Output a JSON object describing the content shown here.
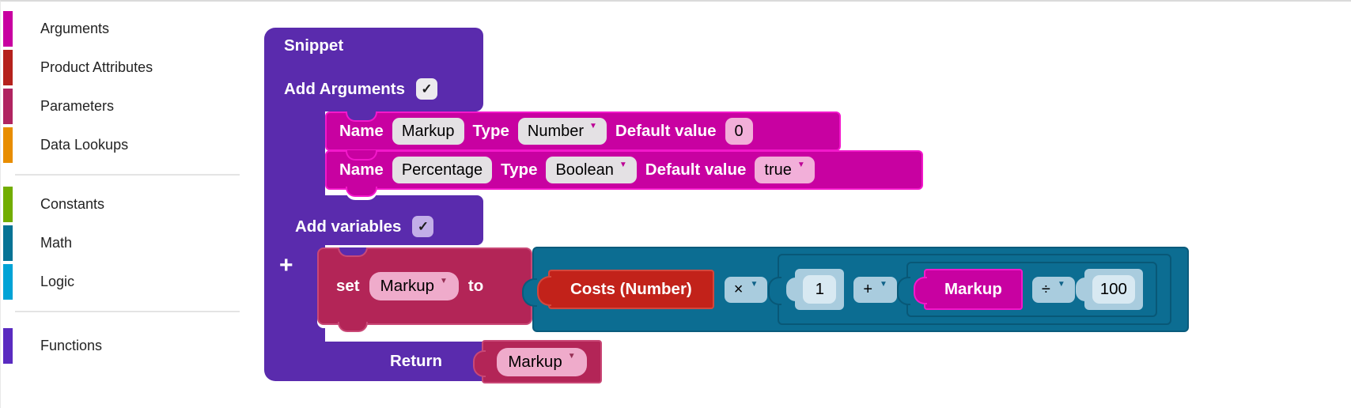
{
  "sidebar": {
    "categories": [
      {
        "label": "Arguments",
        "color": "#c800a1"
      },
      {
        "label": "Product Attributes",
        "color": "#b5221d"
      },
      {
        "label": "Parameters",
        "color": "#b02561"
      },
      {
        "label": "Data Lookups",
        "color": "#e88d00"
      },
      {
        "label": "Constants",
        "color": "#72ad00"
      },
      {
        "label": "Math",
        "color": "#067395"
      },
      {
        "label": "Logic",
        "color": "#00a3d6"
      },
      {
        "label": "Functions",
        "color": "#5a2bc0"
      }
    ]
  },
  "canvas": {
    "snippet_block": {
      "title": "Snippet",
      "add_arguments_label": "Add Arguments",
      "add_arguments_checked": true,
      "add_variables_label": "Add variables",
      "add_variables_checked": true,
      "return_label": "Return"
    },
    "argument_blocks": [
      {
        "name_label": "Name",
        "name_value": "Markup",
        "type_label": "Type",
        "type_value": "Number",
        "default_label": "Default value",
        "default_value": "0"
      },
      {
        "name_label": "Name",
        "name_value": "Percentage",
        "type_label": "Type",
        "type_value": "Boolean",
        "default_label": "Default value",
        "default_value": "true"
      }
    ],
    "set_block": {
      "set_label": "set",
      "variable_value": "Markup",
      "to_label": "to"
    },
    "math_block": {
      "costs_label": "Costs (Number)",
      "operator_1": "×",
      "number_1": "1",
      "operator_2": "+",
      "variable_value": "Markup",
      "operator_3": "÷",
      "number_2": "100"
    },
    "return_block": {
      "value": "Markup"
    }
  },
  "icons": {
    "check": "✓",
    "plus": "+",
    "dropdown_arrow": "▼"
  },
  "colors": {
    "snippet_purple": "#5a2bad",
    "argument_magenta": "#c801a1",
    "argument_border": "#f318cb",
    "variable_crimson": "#b32557",
    "attribute_red": "#c2221a",
    "math_teal": "#0c6d92",
    "shadow_blue": "#a9ccde",
    "field_gray": "#e4e1e4",
    "field_pink": "#f2afd9",
    "canvas_white": "#ffffff"
  }
}
